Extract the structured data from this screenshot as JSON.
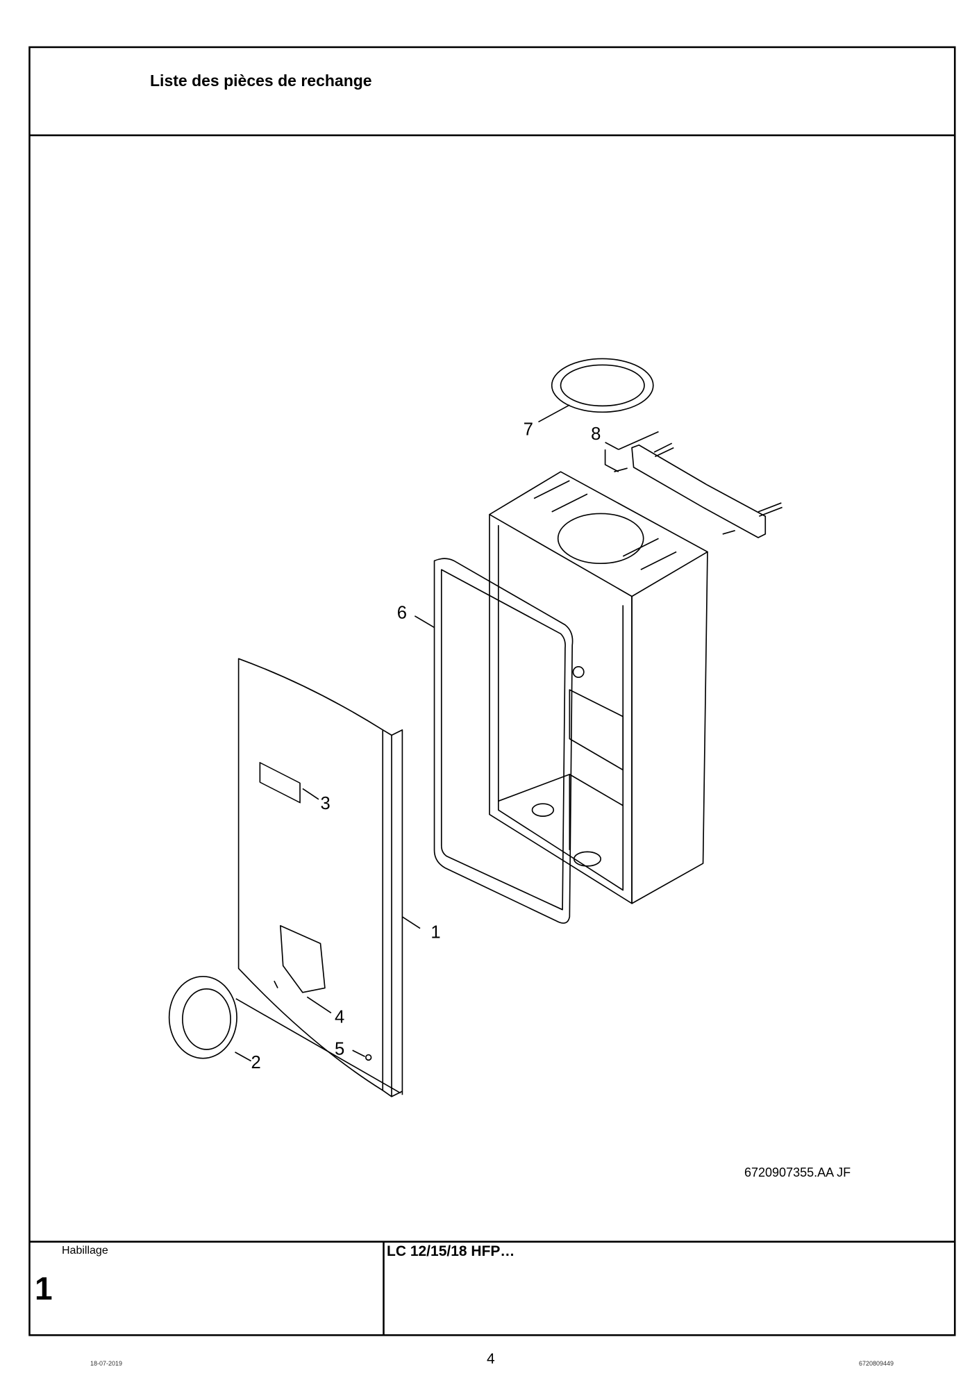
{
  "header": {
    "title": "Liste des pièces de rechange"
  },
  "drawing": {
    "reference": "6720907355.AA   JF",
    "callouts": [
      "1",
      "2",
      "3",
      "4",
      "5",
      "6",
      "7",
      "8"
    ]
  },
  "title_block": {
    "section_name": "Habillage",
    "section_number": "1",
    "model": "LC 12/15/18 HFP…"
  },
  "footer": {
    "date": "18-07-2019",
    "page_number": "4",
    "document_number": "6720809449"
  }
}
